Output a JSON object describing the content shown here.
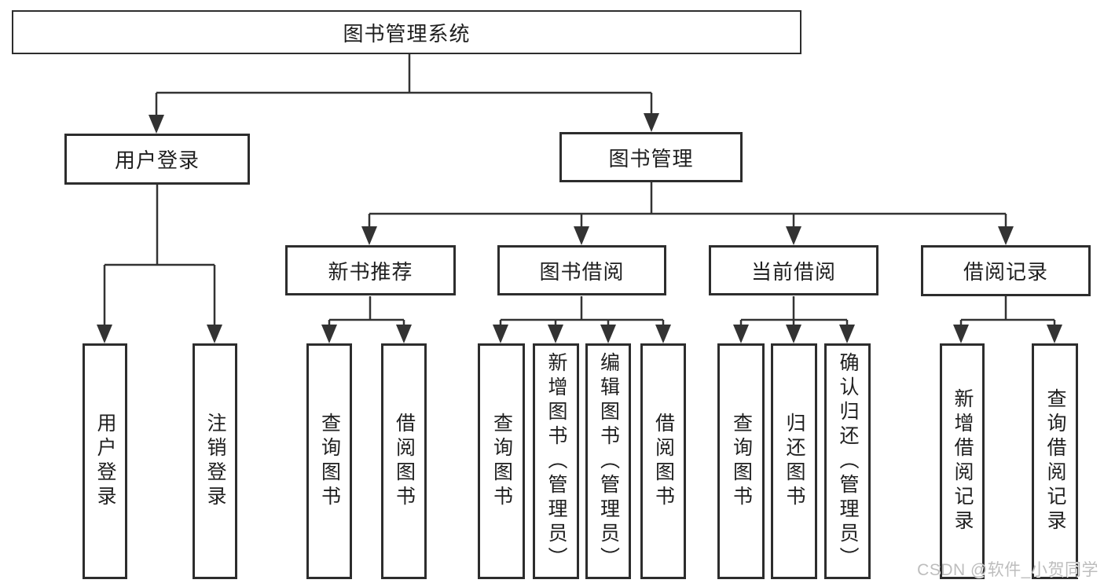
{
  "colors": {
    "background": "#ffffff",
    "line": "#333333",
    "box_border": "#2d2d2d",
    "text": "#1f1f1f",
    "watermark": "#bdbdbd"
  },
  "watermark": {
    "text": "CSDN @软件_小贺同学"
  },
  "tree": {
    "root": {
      "label": "图书管理系统",
      "children": [
        {
          "label": "用户登录",
          "children": [
            {
              "label": "用户登录"
            },
            {
              "label": "注销登录"
            }
          ]
        },
        {
          "label": "图书管理",
          "children": [
            {
              "label": "新书推荐",
              "children": [
                {
                  "label": "查询图书"
                },
                {
                  "label": "借阅图书"
                }
              ]
            },
            {
              "label": "图书借阅",
              "children": [
                {
                  "label": "查询图书"
                },
                {
                  "label": "新增图书（管理员）"
                },
                {
                  "label": "编辑图书（管理员）"
                },
                {
                  "label": "借阅图书"
                }
              ]
            },
            {
              "label": "当前借阅",
              "children": [
                {
                  "label": "查询图书"
                },
                {
                  "label": "归还图书"
                },
                {
                  "label": "确认归还（管理员）"
                }
              ]
            },
            {
              "label": "借阅记录",
              "children": [
                {
                  "label": "新增借阅记录"
                },
                {
                  "label": "查询借阅记录"
                }
              ]
            }
          ]
        }
      ]
    }
  }
}
